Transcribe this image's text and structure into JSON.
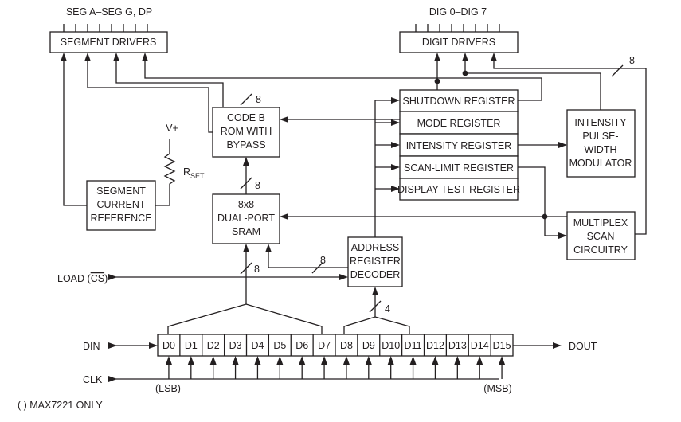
{
  "blocks": {
    "segment_drivers": "SEGMENT DRIVERS",
    "digit_drivers": "DIGIT DRIVERS",
    "code_b_rom": [
      "CODE B",
      "ROM WITH",
      "BYPASS"
    ],
    "sram": [
      "8x8",
      "DUAL-PORT",
      "SRAM"
    ],
    "segment_current_reference": [
      "SEGMENT",
      "CURRENT",
      "REFERENCE"
    ],
    "address_register_decoder": [
      "ADDRESS",
      "REGISTER",
      "DECODER"
    ],
    "shutdown_register": "SHUTDOWN REGISTER",
    "mode_register": "MODE REGISTER",
    "intensity_register": "INTENSITY REGISTER",
    "scan_limit_register": "SCAN-LIMIT REGISTER",
    "display_test_register": "DISPLAY-TEST REGISTER",
    "intensity_pwm": [
      "INTENSITY",
      "PULSE-",
      "WIDTH",
      "MODULATOR"
    ],
    "multiplex_scan": [
      "MULTIPLEX",
      "SCAN",
      "CIRCUITRY"
    ]
  },
  "labels": {
    "seg_outputs": "SEG A–SEG G, DP",
    "dig_outputs": "DIG 0–DIG 7",
    "vplus": "V+",
    "rset_main": "R",
    "rset_sub": "SET",
    "load_prefix": "LOAD (",
    "load_cs": "CS",
    "load_suffix": ")",
    "din": "DIN",
    "clk": "CLK",
    "dout": "DOUT",
    "lsb": "(LSB)",
    "msb": "(MSB)",
    "footnote": "( ) MAX7221 ONLY",
    "bus_8": "8",
    "bus_4": "4"
  },
  "shift_register": [
    "D0",
    "D1",
    "D2",
    "D3",
    "D4",
    "D5",
    "D6",
    "D7",
    "D8",
    "D9",
    "D10",
    "D11",
    "D12",
    "D13",
    "D14",
    "D15"
  ]
}
